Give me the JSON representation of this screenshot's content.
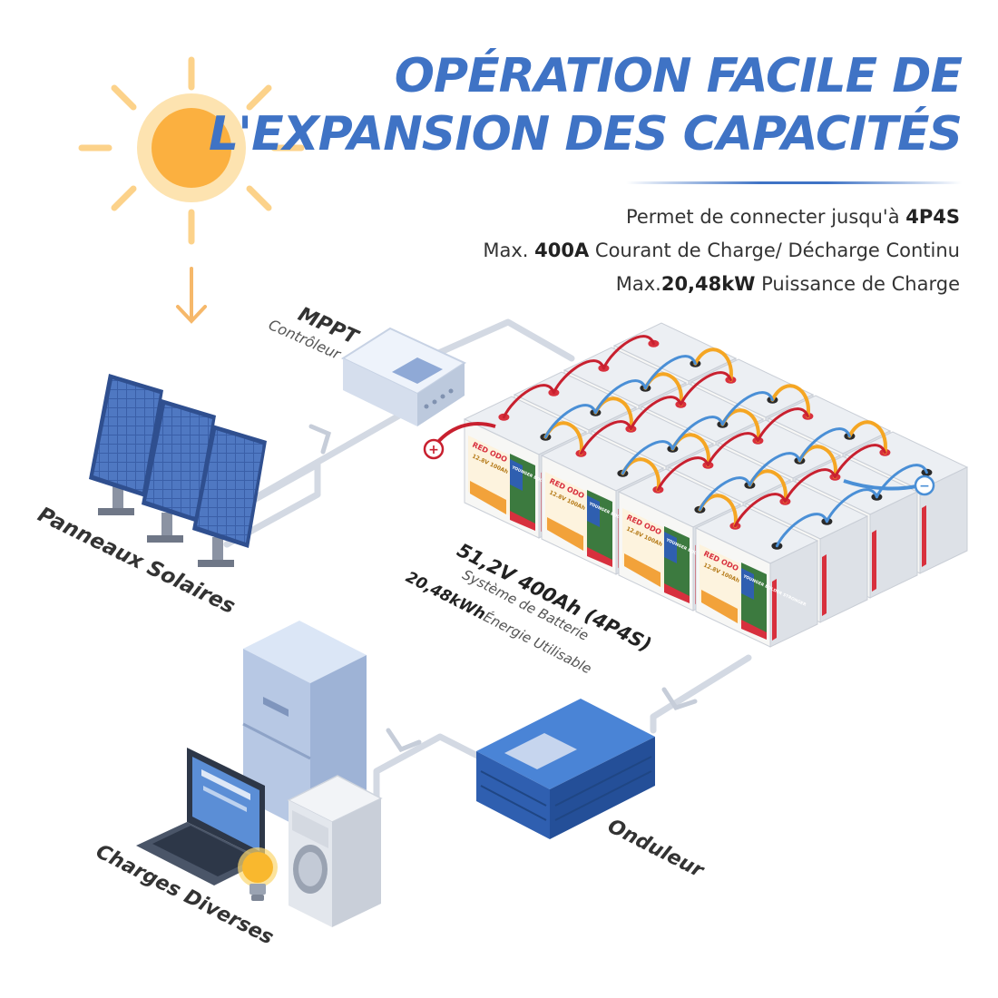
{
  "header": {
    "title_line1": "OPÉRATION FACILE DE",
    "title_line2": "L'EXPANSION DES CAPACITÉS",
    "accent_color": "#3f73c5"
  },
  "features": [
    {
      "pre": "Permet de connecter jusqu'à ",
      "bold": "4P4S",
      "post": ""
    },
    {
      "pre": "Max. ",
      "bold": "400A",
      "post": " Courant de Charge/ Décharge Continu"
    },
    {
      "pre": "Max.",
      "bold": "20,48kW",
      "post": " Puissance de Charge"
    }
  ],
  "components": {
    "mppt": {
      "name": "MPPT",
      "sub": "Contrôleur"
    },
    "solar_panels": {
      "name": "Panneaux Solaires"
    },
    "battery": {
      "spec": "51,2V 400Ah (4P4S)",
      "sub": "Système de Batterie",
      "energy": "20,48kWh",
      "energy_sub": "Énergie Utilisable"
    },
    "inverter": {
      "name": "Onduleur"
    },
    "loads": {
      "name": "Charges Diverses"
    }
  },
  "battery_brand": {
    "logo_left": "RED",
    "logo_right": "ODO",
    "voltage": "12.8V",
    "capacity": "100Ah",
    "slogan": "YOUNGER BOLDER STRONGER"
  },
  "terminals": {
    "positive": "+",
    "negative": "−"
  },
  "icons": [
    "sun-icon",
    "down-arrow-icon",
    "refrigerator-icon",
    "laptop-icon",
    "light-bulb-icon",
    "washing-machine-icon"
  ],
  "colors": {
    "sun": "#fbb040",
    "sun_core": "#fcc558",
    "wire": "#d3d9e3",
    "cable_red": "#c8202f",
    "cable_blue": "#4a8fd6",
    "cable_orange": "#f5a623",
    "inverter": "#3d74c9"
  }
}
